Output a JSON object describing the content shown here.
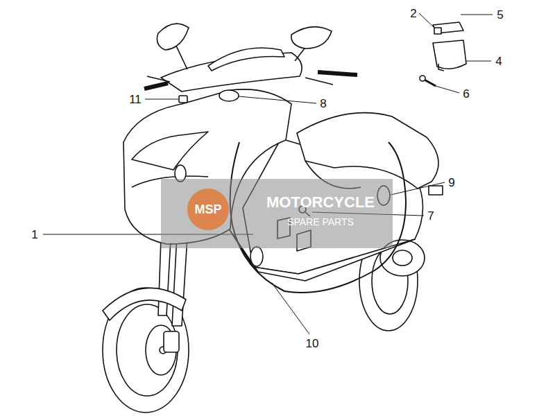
{
  "diagram": {
    "labels": [
      "2",
      "5",
      "4",
      "6",
      "11",
      "8",
      "9",
      "7",
      "1",
      "10",
      "MSP",
      "MOTORCYCLE",
      "SPARE PARTS"
    ]
  }
}
